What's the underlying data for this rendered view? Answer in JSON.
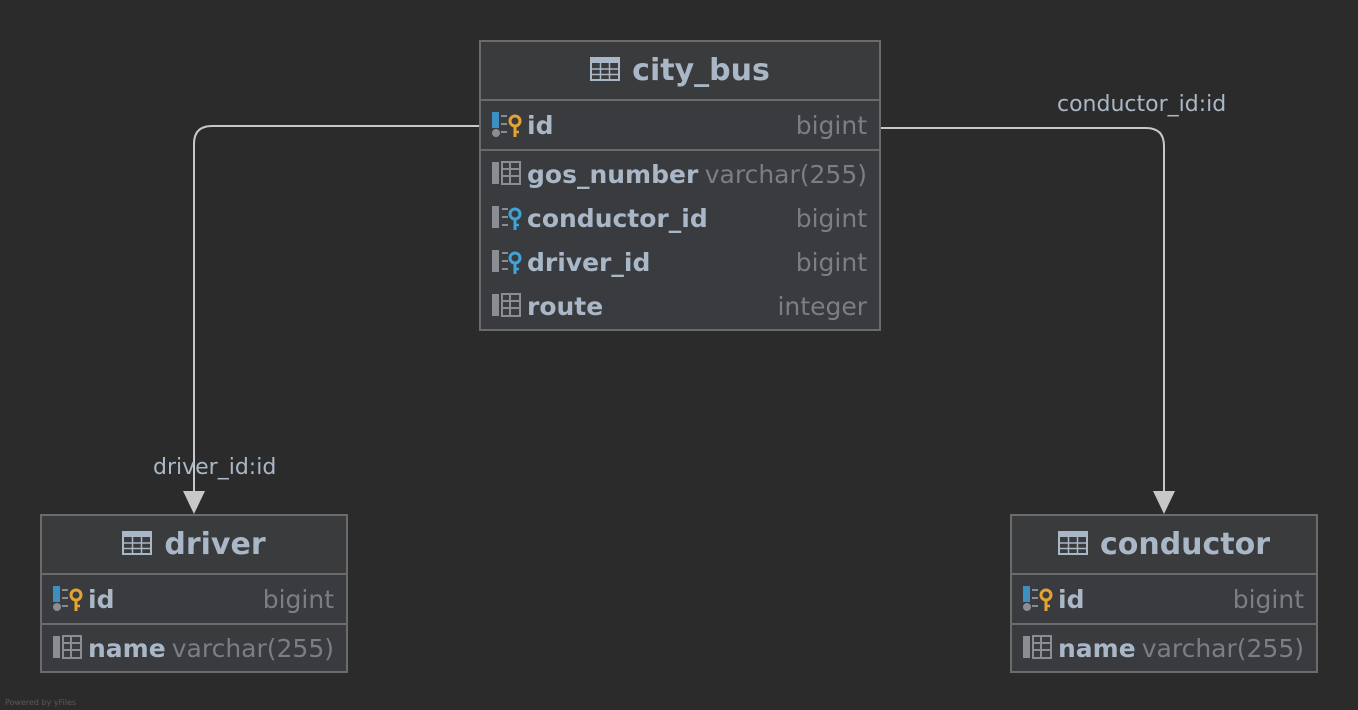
{
  "entities": {
    "city_bus": {
      "title": "city_bus",
      "pk": {
        "name": "id",
        "type": "bigint",
        "icon": "primary-key-icon"
      },
      "columns": [
        {
          "name": "gos_number",
          "type": "varchar(255)",
          "icon": "column-icon"
        },
        {
          "name": "conductor_id",
          "type": "bigint",
          "icon": "foreign-key-icon"
        },
        {
          "name": "driver_id",
          "type": "bigint",
          "icon": "foreign-key-icon"
        },
        {
          "name": "route",
          "type": "integer",
          "icon": "column-icon"
        }
      ]
    },
    "driver": {
      "title": "driver",
      "pk": {
        "name": "id",
        "type": "bigint",
        "icon": "primary-key-icon"
      },
      "columns": [
        {
          "name": "name",
          "type": "varchar(255)",
          "icon": "column-icon"
        }
      ]
    },
    "conductor": {
      "title": "conductor",
      "pk": {
        "name": "id",
        "type": "bigint",
        "icon": "primary-key-icon"
      },
      "columns": [
        {
          "name": "name",
          "type": "varchar(255)",
          "icon": "column-icon"
        }
      ]
    }
  },
  "relations": [
    {
      "from": "city_bus",
      "to": "driver",
      "label": "driver_id:id"
    },
    {
      "from": "city_bus",
      "to": "conductor",
      "label": "conductor_id:id"
    }
  ],
  "footer": "Powered by yFiles",
  "colors": {
    "background": "#2b2b2b",
    "table": "#393b3e",
    "border": "#6b6b6b",
    "text": "#a9b7c6",
    "type": "#7a7e85",
    "pk_key": "#e3a431",
    "fk_key": "#3fa4d6"
  }
}
